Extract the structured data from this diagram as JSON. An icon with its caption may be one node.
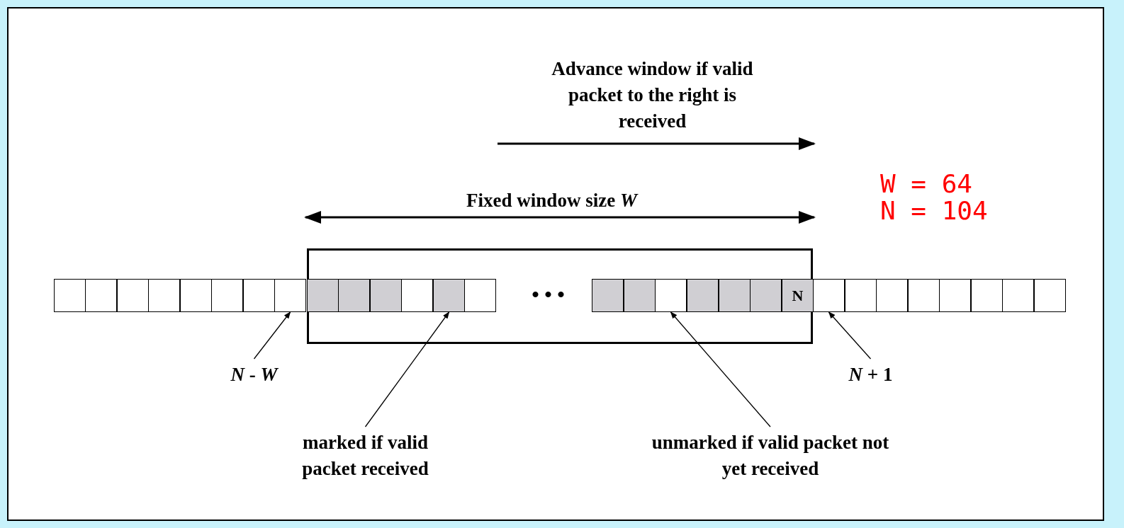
{
  "diagram": {
    "nodes": [
      {
        "text": [],
        "shape": "box"
      },
      {
        "text": [],
        "shape": "box"
      },
      {
        "text": [],
        "shape": "box"
      },
      {
        "text": [],
        "shape": "box"
      },
      {
        "text": [],
        "shape": "box"
      },
      {
        "text": [],
        "shape": "box"
      },
      {
        "text": [],
        "shape": "box"
      },
      {
        "text": [],
        "shape": "box"
      },
      {
        "text": [],
        "shape": "box"
      },
      {
        "text": [],
        "shape": "box",
        "in": 0
      },
      {
        "text": [],
        "shape": "box",
        "in": 0
      },
      {
        "text": [],
        "shape": "box",
        "in": 0
      },
      {
        "text": [],
        "shape": "box",
        "in": 0
      },
      {
        "text": [],
        "shape": "box",
        "in": 0
      },
      {
        "text": [],
        "shape": "box",
        "in": 0
      },
      {
        "text": [],
        "shape": "box",
        "in": 0
      },
      {
        "text": [],
        "shape": "box",
        "in": 0
      },
      {
        "text": [],
        "shape": "box",
        "in": 0
      },
      {
        "text": [],
        "shape": "box",
        "in": 0
      },
      {
        "text": [],
        "shape": "box",
        "in": 0
      },
      {
        "text": [],
        "shape": "box",
        "in": 0
      },
      {
        "text": [
          "N"
        ],
        "in": 0
      },
      {
        "text": [],
        "shape": "box"
      },
      {
        "text": [],
        "shape": "box"
      },
      {
        "text": [],
        "shape": "box"
      },
      {
        "text": [],
        "shape": "box"
      },
      {
        "text": [],
        "shape": "box"
      },
      {
        "text": [],
        "shape": "box"
      },
      {
        "text": [],
        "shape": "box"
      },
      {
        "text": [],
        "shape": "box"
      },
      {
        "text": [
          "*N* - *W*"
        ]
      },
      {
        "text": [
          "*N* + 1"
        ]
      },
      {
        "text": [
          "marked if valid packet received"
        ]
      },
      {
        "text": [
          "unmarked if valid packet not yet received"
        ]
      }
    ],
    "edges": [
      {
        "from": 30,
        "to": 8,
        "arrow": "to"
      },
      {
        "from": 32,
        "to": 13,
        "arrow": "to"
      },
      {
        "from": 33,
        "to": 17,
        "arrow": "to"
      },
      {
        "from": 31,
        "to": 22,
        "arrow": "to"
      }
    ],
    "labels": [
      "Advance window if valid packet to the right is received",
      "W = 64",
      "Fixed window size *W*",
      "N = 104",
      "• • •"
    ]
  }
}
